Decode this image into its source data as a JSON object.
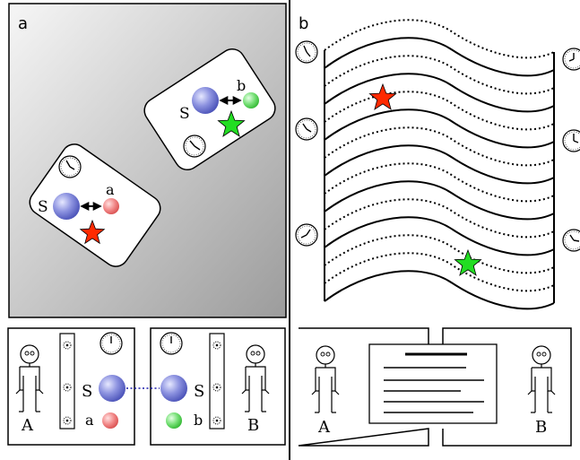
{
  "panel_a": {
    "label": "a",
    "cell_a": {
      "s_label": "S",
      "particle_label": "a"
    },
    "cell_b": {
      "s_label": "S",
      "particle_label": "b"
    }
  },
  "panel_b": {
    "label": "b"
  },
  "bottom_left": {
    "left_person_label": "A",
    "right_person_label": "B",
    "left_s_label": "S",
    "right_s_label": "S",
    "left_particle_label": "a",
    "right_particle_label": "b"
  },
  "bottom_right": {
    "left_person_label": "A",
    "right_person_label": "B"
  },
  "colors": {
    "red_star": "#ff2a00",
    "green_star": "#22dd22",
    "blue_sphere": "#5a62c8",
    "red_particle": "#f07070",
    "green_particle": "#66dd66"
  }
}
